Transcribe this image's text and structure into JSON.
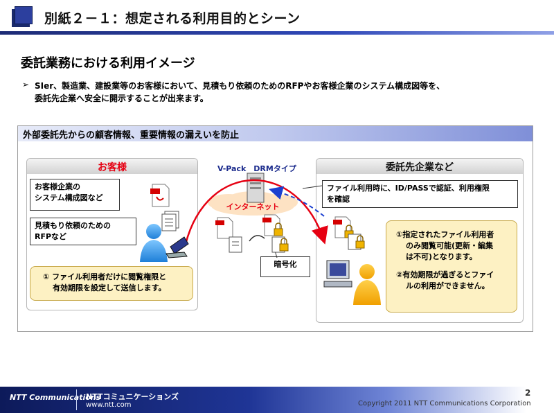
{
  "header": {
    "title": "別紙２－１：想定される利用目的とシーン"
  },
  "section_title": "委託業務における利用イメージ",
  "intro": {
    "bullet": "➢",
    "line1": "SIer、製造業、建設業等のお客様において、見積もり依頼のためのRFPやお客様企業のシステム構成図等を、",
    "line2": "委託先企業へ安全に開示することが出来ます。"
  },
  "panel": {
    "title": "外部委託先からの顧客情報、重要情報の漏えいを防止"
  },
  "customer": {
    "title": "お客様",
    "note1_line1": "お客様企業の",
    "note1_line2": "システム構成図など",
    "note2_line1": "見積もり依頼のための",
    "note2_line2": "RFPなど",
    "yellow_line1": "① ファイル利用者だけに閲覧権限と",
    "yellow_line2": "有効期限を設定して送信します。"
  },
  "middle": {
    "vpack_label": "V-Pack　DRMタイプ",
    "internet_label": "インターネット",
    "encrypt_label": "暗号化"
  },
  "vendor": {
    "title": "委託先企業など",
    "note_line1": "ファイル利用時に、ID/PASSで認証、利用権限",
    "note_line2": "を確認",
    "yellow_1a": "①指定されたファイル利用者",
    "yellow_1b": "のみ閲覧可能(更新・編集",
    "yellow_1c": "は不可)となります。",
    "yellow_2a": "②有効期限が過ぎるとファイ",
    "yellow_2b": "ルの利用ができません。"
  },
  "footer": {
    "logo": "NTT Communications",
    "company": "NTTコミュニケーションズ",
    "url": "www.ntt.com",
    "page": "2",
    "copyright": "Copyright 2011 NTT Communications Corporation"
  },
  "colors": {
    "navy": "#1a2a6c",
    "red_title": "#e60012",
    "yellow_box": "#fdf1c3",
    "arrow_red": "#e60012",
    "arrow_blue": "#1a3fd0"
  }
}
